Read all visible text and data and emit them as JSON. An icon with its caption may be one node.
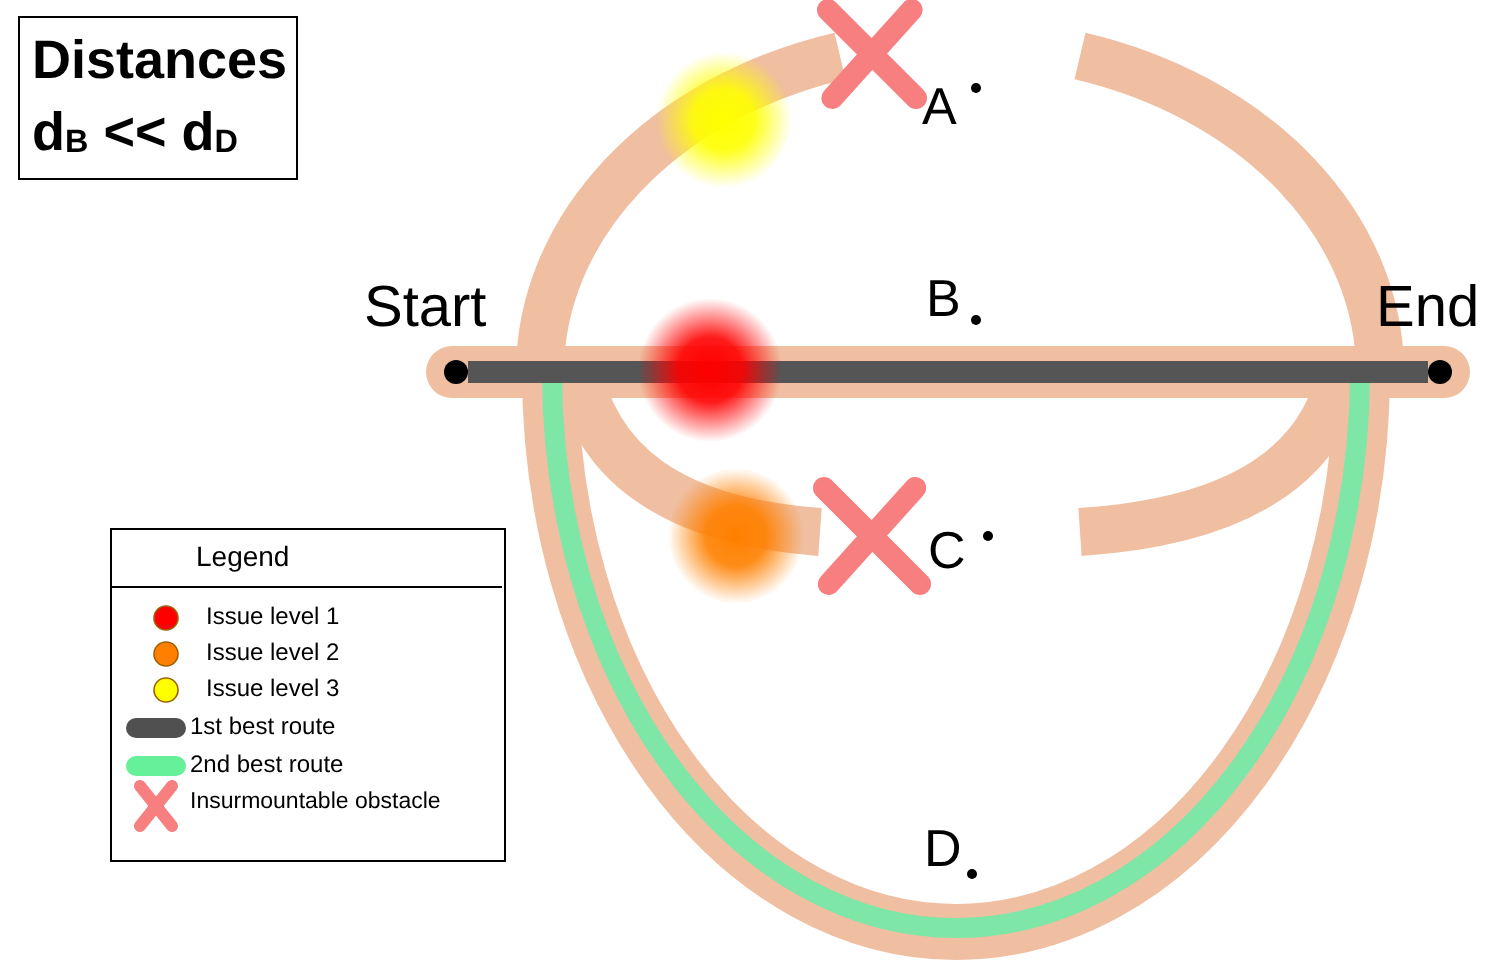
{
  "diagram": {
    "title": "Distances",
    "nodes": [
      {
        "text": [],
        "shape": "circle"
      },
      {
        "text": [],
        "shape": "circle"
      }
    ],
    "edges": [
      {
        "from": 0,
        "to": 1,
        "arrow": "none",
        "color": "#555555"
      },
      {
        "from": 0,
        "to": 1,
        "arrow": "none",
        "color": "#7ee6a6"
      }
    ],
    "labels": [
      "d$_{B}$ << d$_{D}$",
      "Start",
      "End",
      "A",
      "B",
      "C",
      "D",
      "Legend"
    ],
    "legend": [
      {
        "text": "Issue level 1",
        "color": "#ff0000"
      },
      {
        "text": "Issue level 2",
        "color": "#ff8000"
      },
      {
        "text": "Issue level 3",
        "color": "#ffff00"
      },
      {
        "text": "1st best route"
      },
      {
        "text": "2nd best route"
      },
      {
        "text": "Insurmountable obstacle"
      }
    ]
  }
}
